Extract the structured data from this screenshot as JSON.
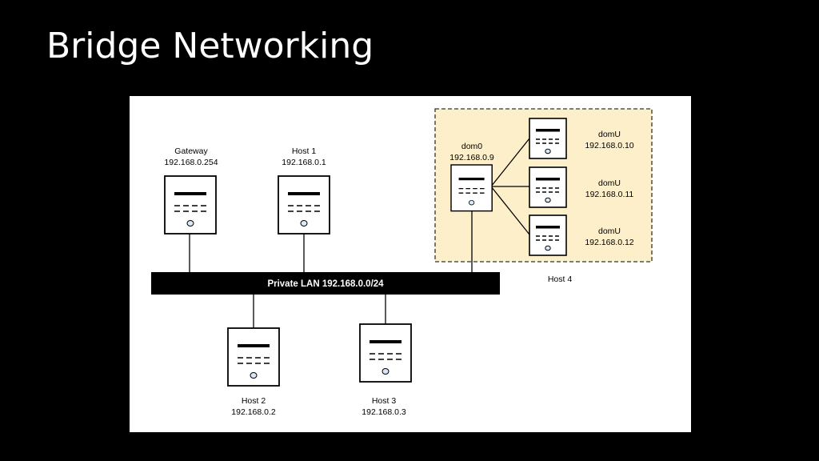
{
  "slide": {
    "title": "Bridge Networking"
  },
  "diagram": {
    "lan_label": "Private LAN 192.168.0.0/24",
    "host4_label": "Host 4",
    "colors": {
      "background": "#000000",
      "panel": "#ffffff",
      "host4_box_fill": "#fcefc9",
      "lan_bar": "#000000",
      "led": "#dbe8f7"
    },
    "nodes": {
      "gateway": {
        "name": "Gateway",
        "ip": "192.168.0.254",
        "icon": "server-icon"
      },
      "host1": {
        "name": "Host 1",
        "ip": "192.168.0.1",
        "icon": "server-icon"
      },
      "host2": {
        "name": "Host 2",
        "ip": "192.168.0.2",
        "icon": "server-icon"
      },
      "host3": {
        "name": "Host 3",
        "ip": "192.168.0.3",
        "icon": "server-icon"
      },
      "dom0": {
        "name": "dom0",
        "ip": "192.168.0.9",
        "icon": "server-icon"
      },
      "domu1": {
        "name": "domU",
        "ip": "192.168.0.10",
        "icon": "server-icon"
      },
      "domu2": {
        "name": "domU",
        "ip": "192.168.0.11",
        "icon": "server-icon"
      },
      "domu3": {
        "name": "domU",
        "ip": "192.168.0.12",
        "icon": "server-icon"
      }
    }
  }
}
